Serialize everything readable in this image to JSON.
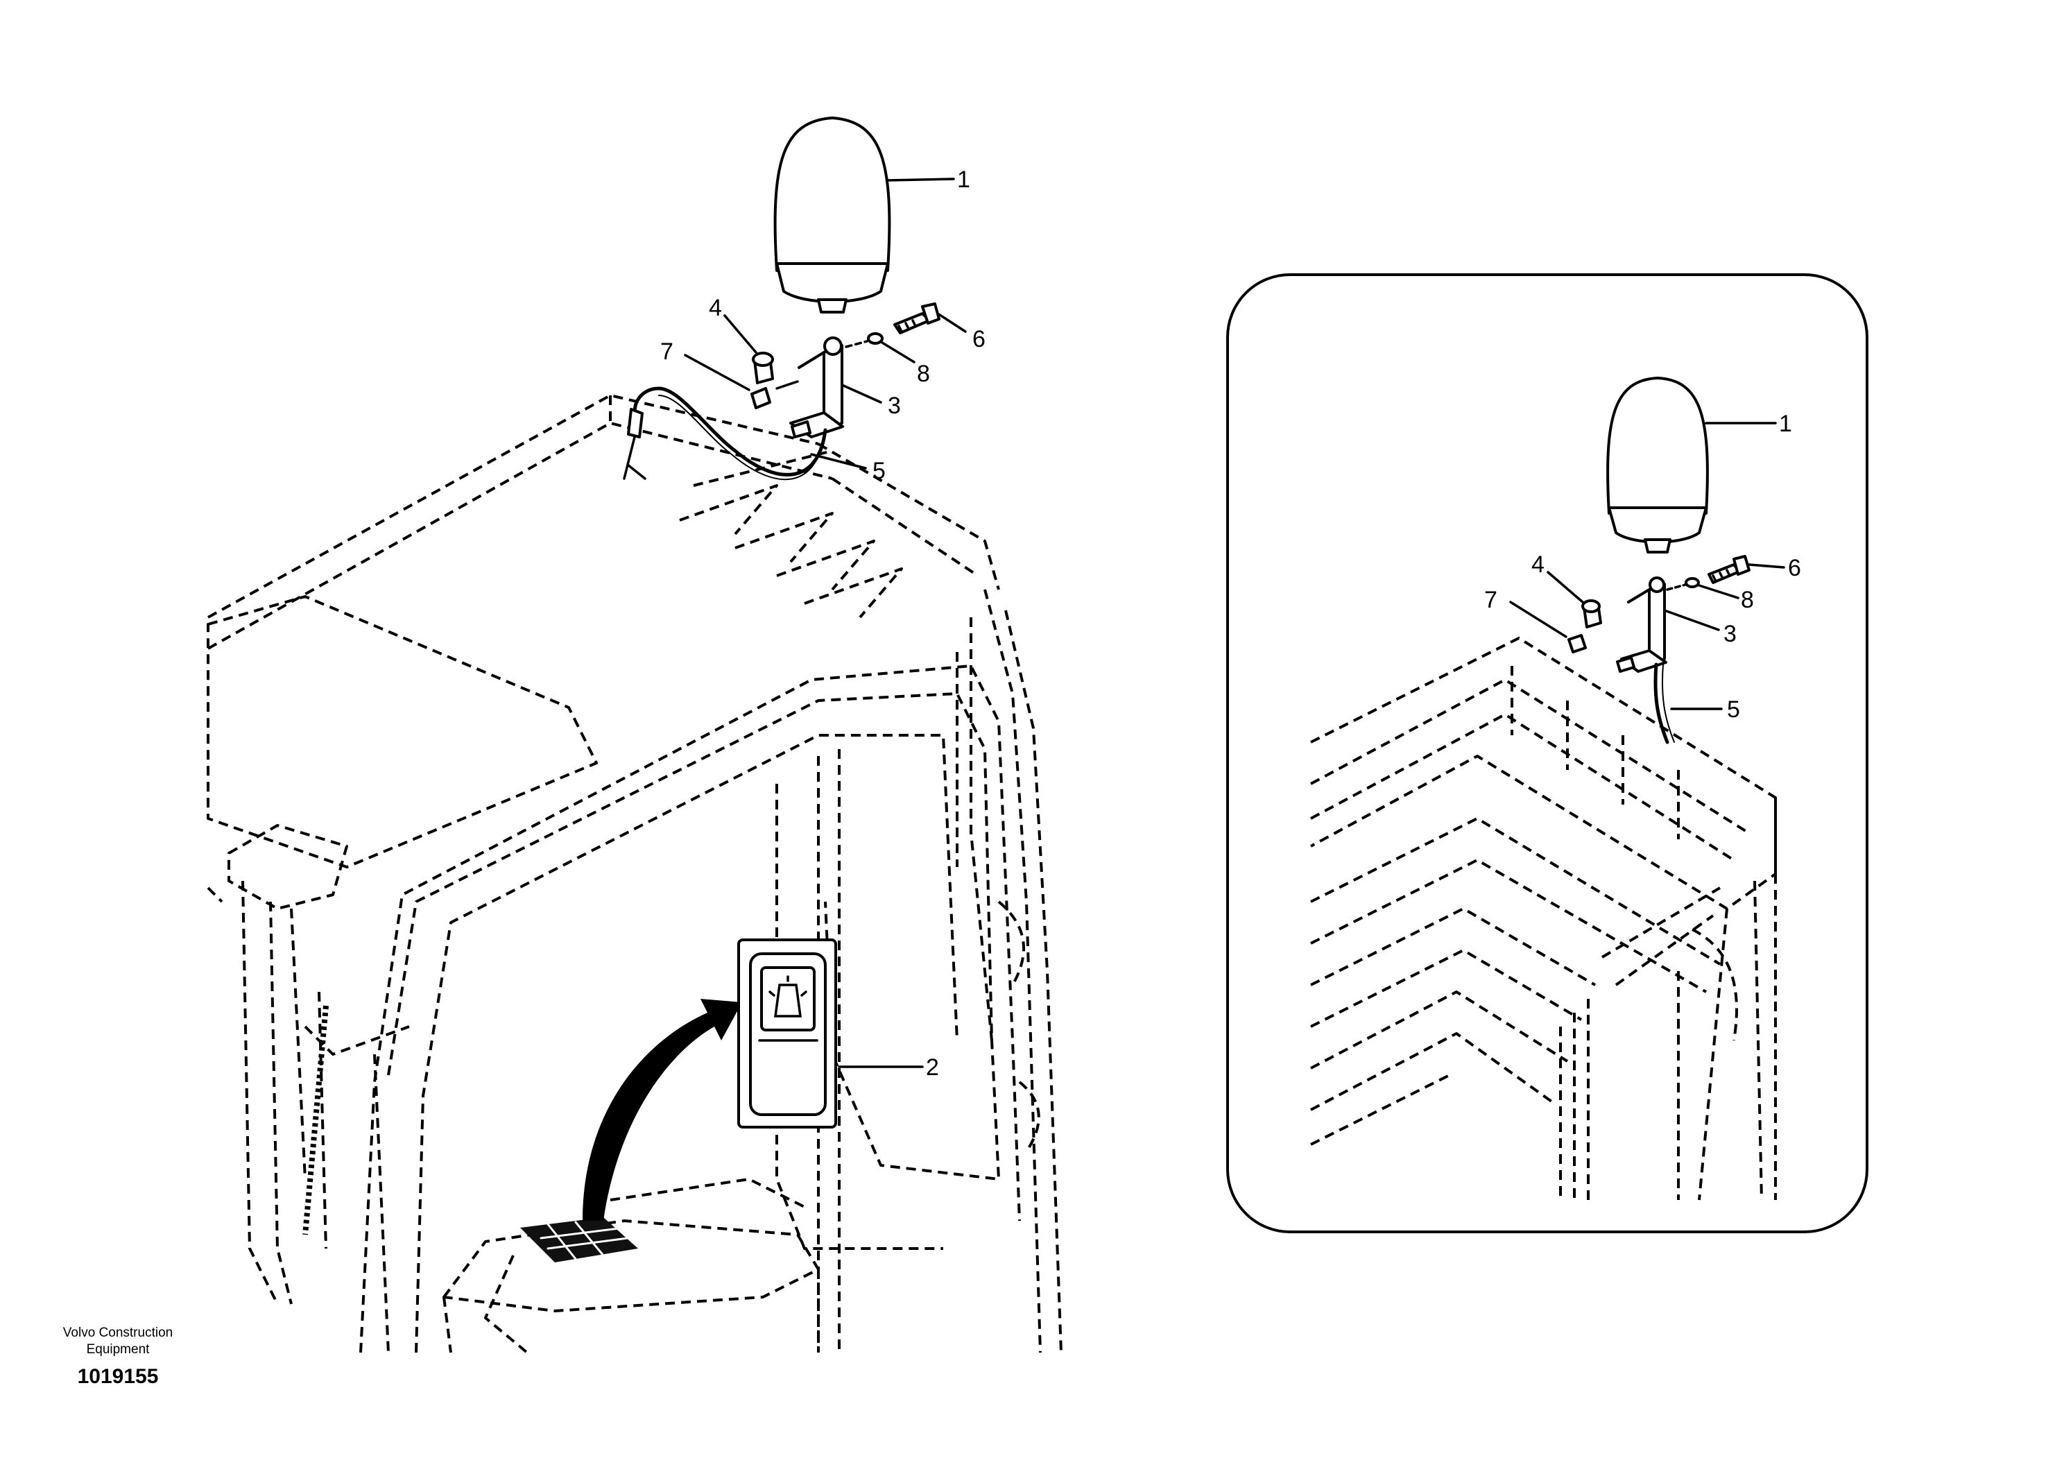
{
  "footer": {
    "company": "Volvo Construction Equipment",
    "drawing_number": "1019155"
  },
  "callouts": {
    "main": [
      "1",
      "2",
      "3",
      "4",
      "5",
      "6",
      "7",
      "8"
    ],
    "detail": [
      "1",
      "3",
      "4",
      "5",
      "6",
      "7",
      "8"
    ]
  }
}
